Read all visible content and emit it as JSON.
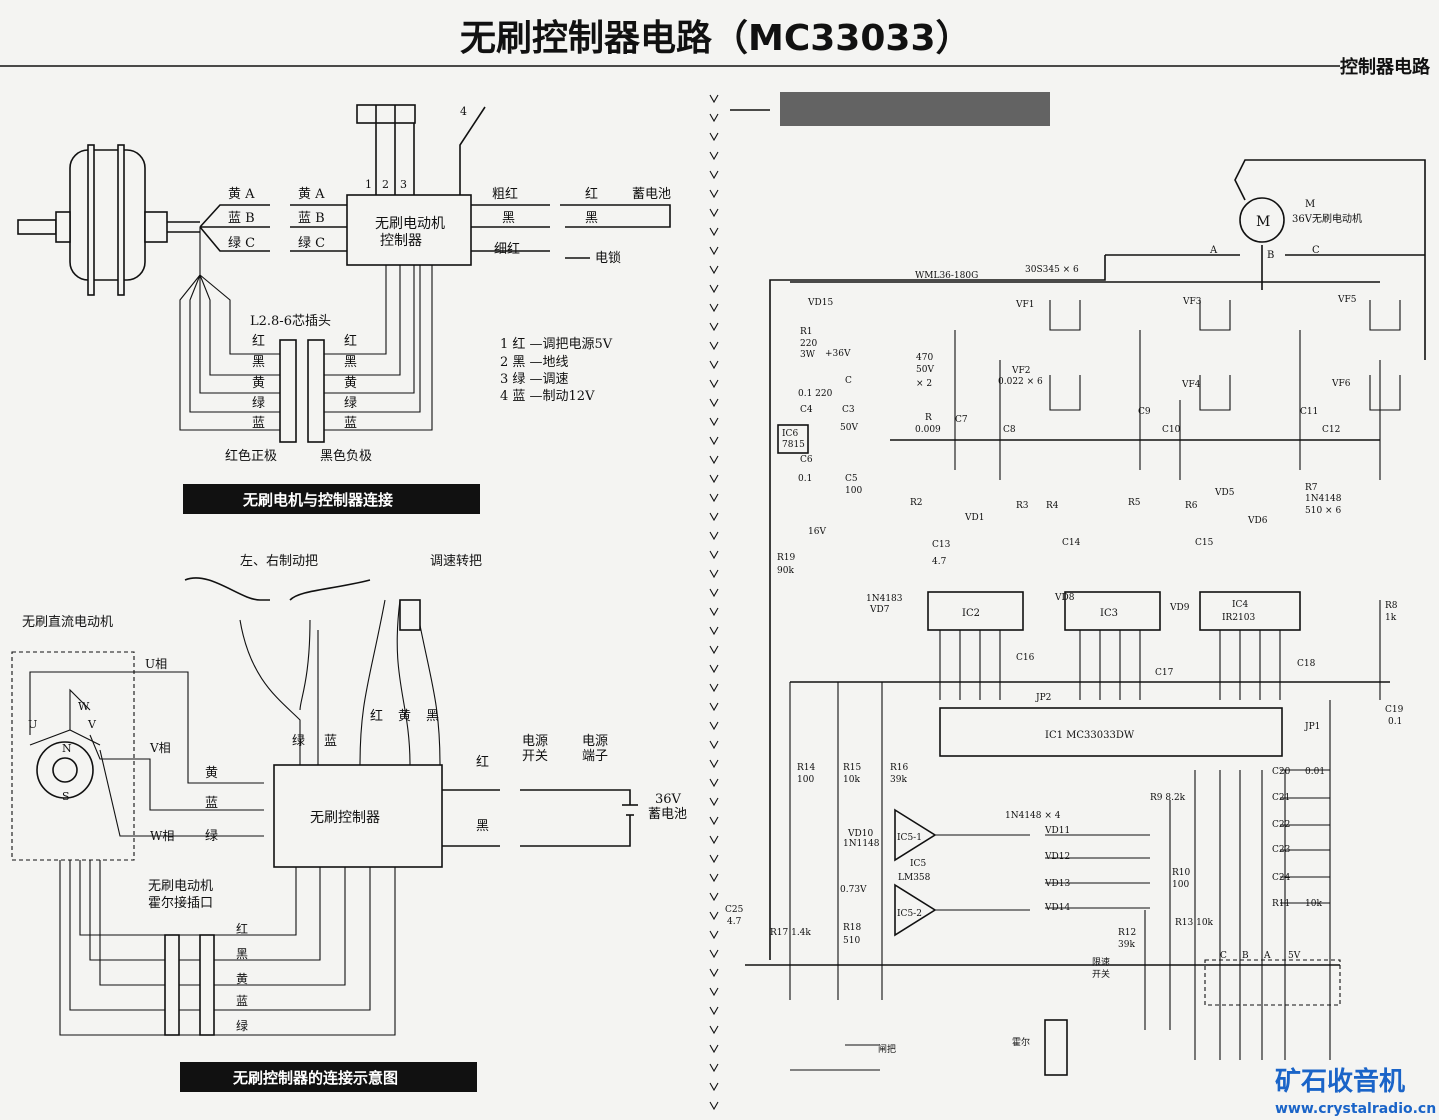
{
  "header": {
    "title": "无刷控制器电路（MC33033）",
    "section_tab": "控制器电路"
  },
  "diagram1": {
    "caption": "无刷电机与控制器连接",
    "motor_wires": [
      "黄 A",
      "蓝 B",
      "绿 C"
    ],
    "controller_wires": [
      "黄 A",
      "蓝 B",
      "绿 C"
    ],
    "controller_label": [
      "无刷电动机",
      "控制器"
    ],
    "pins": [
      "1",
      "2",
      "3",
      "4"
    ],
    "outputs": [
      "粗红",
      "黑",
      "细红"
    ],
    "battery_wires": [
      "红",
      "黑"
    ],
    "battery": "蓄电池",
    "lock": "电锁",
    "plug_label": "L2.8-6芯插头",
    "plug_left": [
      "红",
      "黑",
      "黄",
      "绿",
      "蓝"
    ],
    "plug_right": [
      "红",
      "黑",
      "黄",
      "绿",
      "蓝"
    ],
    "positive": "红色正极",
    "negative": "黑色负极",
    "legend": [
      "1 红 —调把电源5V",
      "2 黑 —地线",
      "3 绿 —调速",
      "4 蓝 —制动12V"
    ]
  },
  "diagram2": {
    "caption": "无刷控制器的连接示意图",
    "brake": "左、右制动把",
    "throttle": "调速转把",
    "motor": "无刷直流电动机",
    "phases": [
      "U相",
      "V相",
      "W相"
    ],
    "winding": [
      "U",
      "V",
      "W",
      "N",
      "S"
    ],
    "brake_wires": [
      "绿",
      "蓝"
    ],
    "throttle_wires": [
      "红",
      "黄",
      "黑"
    ],
    "phase_wires": [
      "黄",
      "蓝",
      "绿"
    ],
    "controller": "无刷控制器",
    "switch": [
      "电源",
      "开关"
    ],
    "terminal": [
      "电源",
      "端子"
    ],
    "battery_wires": [
      "红",
      "黑"
    ],
    "battery": [
      "36V",
      "蓄电池"
    ],
    "hall": [
      "无刷电动机",
      "霍尔接插口"
    ],
    "hall_wires": [
      "红",
      "黑",
      "黄",
      "蓝",
      "绿"
    ]
  },
  "schematic": {
    "motor": {
      "symbol": "M",
      "ref": "M",
      "label": "36V无刷电动机",
      "phases": [
        "A",
        "B",
        "C"
      ]
    },
    "labels": {
      "wml": "WML36-180G",
      "mosfet": "30S345 × 6",
      "vd15": "VD15",
      "r1": [
        "R1",
        "220",
        "3W"
      ],
      "v36": "+36V",
      "c4": [
        "0.1 220",
        "C4",
        "C3",
        "50V"
      ],
      "c": "C",
      "caps": [
        "470",
        "50V",
        "× 2"
      ],
      "r": [
        "R",
        "0.009"
      ],
      "ic6": [
        "IC6",
        "7815"
      ],
      "c6": [
        "C6",
        "0.1"
      ],
      "c5": [
        "C5",
        "100"
      ],
      "v16": "16V",
      "r19": [
        "R19",
        "90k"
      ],
      "vf": [
        "VF1",
        "VF2",
        "VF3",
        "VF4",
        "VF5",
        "VF6"
      ],
      "vf2_val": "0.022 × 6",
      "caps_gate": [
        "C7",
        "C8",
        "C9",
        "C10",
        "C11",
        "C12"
      ],
      "res_gate": [
        "R2",
        "R3",
        "R4",
        "R5",
        "R6"
      ],
      "diodes": [
        "VD1",
        "VD5",
        "VD6"
      ],
      "r7": [
        "R7",
        "1N4148",
        "510 × 6"
      ],
      "boot_caps": [
        "C13",
        "4.7",
        "C14",
        "C15"
      ],
      "drivers": [
        "IC2",
        "IC3",
        "IC4",
        "IR2103"
      ],
      "vd7": [
        "1N4183",
        "VD7"
      ],
      "vd8": "VD8",
      "vd9": "VD9",
      "c16": "C16",
      "c17": "C17",
      "c18": "C18",
      "r8": [
        "R8",
        "1k"
      ],
      "c19": [
        "C19",
        "0.1"
      ],
      "ic1": "IC1 MC33033DW",
      "jp": [
        "JP2",
        "JP1"
      ],
      "r14": [
        "R14",
        "100"
      ],
      "r15": [
        "R15",
        "10k"
      ],
      "r16": [
        "R16",
        "39k"
      ],
      "vd10": [
        "VD10",
        "1N1148"
      ],
      "ic5": [
        "IC5-1",
        "IC5",
        "LM358",
        "IC5-2"
      ],
      "v073": "0.73V",
      "vd_hall": [
        "1N4148 × 4",
        "VD11",
        "VD12",
        "VD13",
        "VD14"
      ],
      "r9": "R9 8.2k",
      "c_hall": [
        "C20",
        "C21",
        "C22",
        "C23",
        "C24"
      ],
      "c_hall_val": "0.01",
      "r10": [
        "R10",
        "100"
      ],
      "r11": [
        "R11",
        "10k"
      ],
      "r12": [
        "R12",
        "39k"
      ],
      "r13": "R13 10k",
      "r17": "R17 1.4k",
      "r18": [
        "R18",
        "510"
      ],
      "c25": [
        "C25",
        "4.7"
      ],
      "limit": [
        "限速",
        "开关"
      ],
      "hall": "霍尔",
      "brake": "闸把",
      "hall_pins": [
        "C",
        "B",
        "A",
        "5V"
      ]
    }
  },
  "watermark": {
    "name": "矿石收音机",
    "url": "www.crystalradio.cn"
  }
}
